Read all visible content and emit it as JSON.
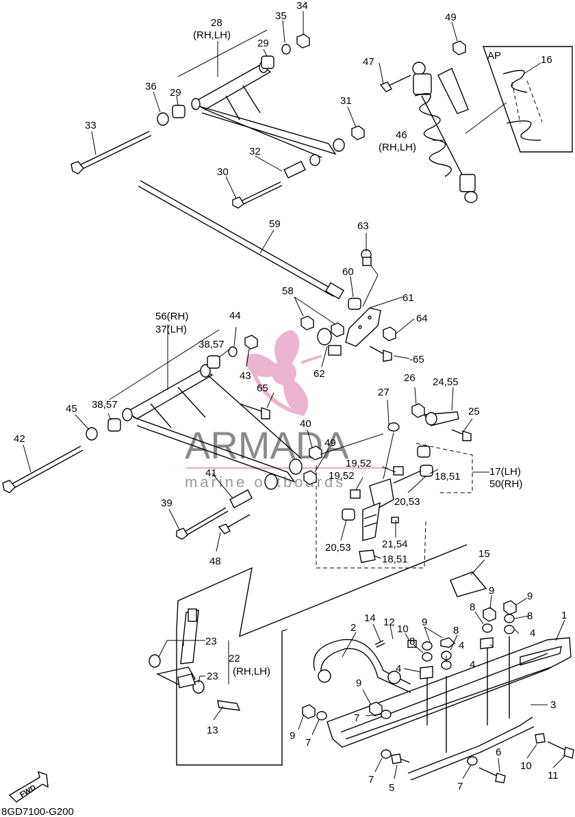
{
  "diagram_code": "8GD7100-G200",
  "fwd_badge": "FWD",
  "ap_box_label": "AP",
  "watermark": {
    "brand": "ARMADA",
    "tagline": "marine outboards",
    "logo_color": "#e8a8c8"
  },
  "labels": {
    "l28": "28",
    "l28s": "(RH,LH)",
    "l35": "35",
    "l34": "34",
    "l29a": "29",
    "l36": "36",
    "l29b": "29",
    "l31": "31",
    "l33": "33",
    "l32": "32",
    "l30": "30",
    "l49a": "49",
    "l47": "47",
    "l16": "16",
    "l46": "46",
    "l46s": "(RH,LH)",
    "l59": "59",
    "l63": "63",
    "l60": "60",
    "l61": "61",
    "l64": "64",
    "l58": "58",
    "l56": "56(RH)",
    "l37": "37(LH)",
    "l44": "44",
    "l3857a": "38,57",
    "l43": "43",
    "l62": "62",
    "l65a": "-65",
    "l65b": "65",
    "l3857b": "38,57",
    "l45": "45",
    "l42": "42",
    "l26": "26",
    "l2455": "24,55",
    "l27": "27",
    "l25": "25",
    "l40": "40",
    "l49b": "49",
    "l1952a": "19,52",
    "l1952b": "19,52",
    "l1851a": "18,51",
    "l17": "17(LH)",
    "l50": "50(RH)",
    "l41": "41",
    "l2053a": "20,53",
    "l39": "39",
    "l2154": "21,54",
    "l2053b": "20,53",
    "l48": "48",
    "l1851b": "18,51",
    "l15": "15",
    "l23a": "23",
    "l22": "22",
    "l22s": "(RH,LH)",
    "l23b": "23",
    "l13": "13",
    "l14": "14",
    "l12": "12",
    "l10a": "10",
    "l2": "2",
    "l9a": "9",
    "l8a": "8",
    "l8b": "8",
    "l4a": "4",
    "l4b": "4",
    "l4c": "4",
    "l9b": "9",
    "l8c": "8",
    "l9c": "9",
    "l8d": "8",
    "l4d": "4",
    "l1": "1",
    "l9d": "9",
    "l7a": "7",
    "l9e": "9",
    "l7b": "7",
    "l3": "3",
    "l7c": "7",
    "l5": "5",
    "l7d": "7",
    "l6": "6",
    "l10b": "10",
    "l11": "11"
  }
}
